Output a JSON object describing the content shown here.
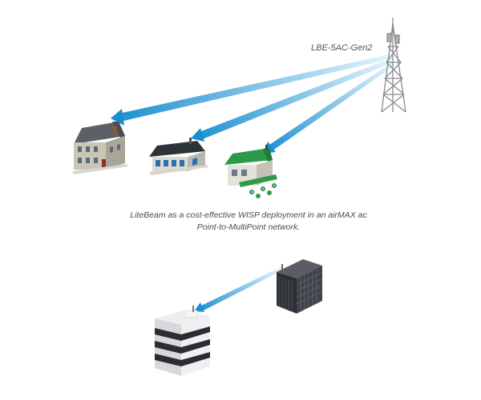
{
  "device_label": "LBE-5AC-Gen2",
  "caption": {
    "line1": "LiteBeam as a cost-effective WISP deployment in an airMAX ac",
    "line2": "Point-to-MultiPoint network."
  },
  "colors": {
    "beam_light": "#e6f5fc",
    "beam_dark": "#1a8fd0",
    "tower": "#8a8a8a",
    "house_roof": "#5c6166",
    "house_wall": "#c9c6b8",
    "shop_roof": "#2d9a4a",
    "office_dark": "#3a3d42",
    "office_light": "#d6d8da"
  },
  "icons": [
    "radio-tower-icon",
    "house-icon",
    "ranch-house-icon",
    "cafe-building-icon",
    "office-building-icon",
    "dark-office-tower-icon"
  ]
}
